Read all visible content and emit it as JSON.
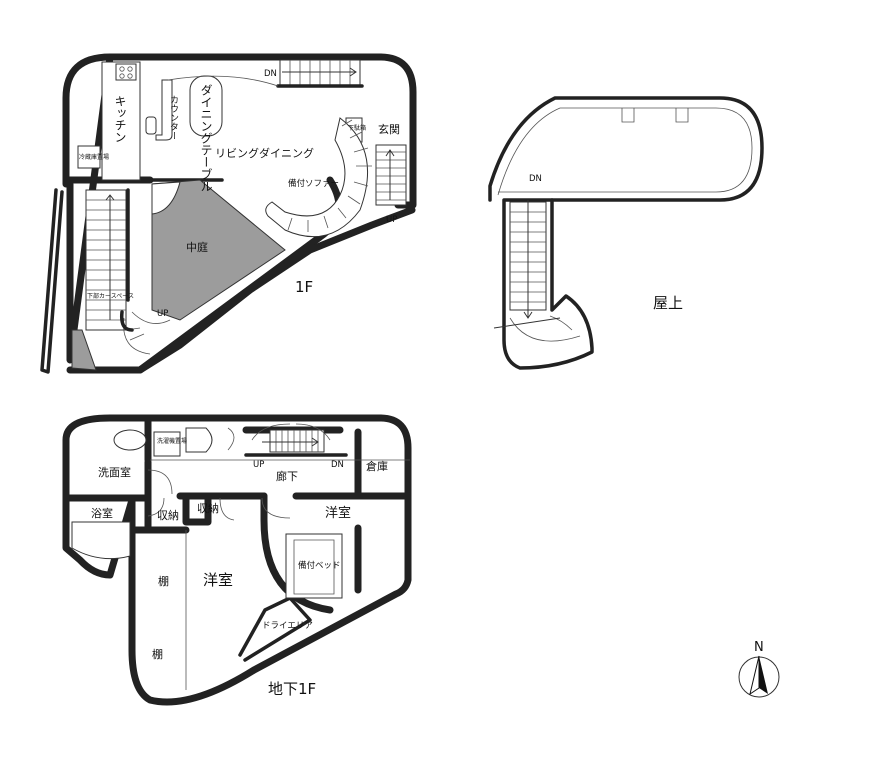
{
  "floors": {
    "first": {
      "floor_label": "1F",
      "rooms": {
        "kitchen": "キッチン",
        "counter": "カウンター",
        "dining_table": "ダイニングテーブル",
        "living_dining": "リビングダイニング",
        "entrance": "玄関",
        "shoe_box": "下駄箱",
        "fridge": "冷蔵庫置場",
        "sofa": "備付ソファー",
        "courtyard": "中庭",
        "under_carport": "下部カースペース"
      },
      "stair_marks": {
        "dn": "DN",
        "up_entrance": "UP",
        "up_court": "UP"
      }
    },
    "rooftop": {
      "floor_label": "屋上",
      "stair_marks": {
        "dn": "DN"
      }
    },
    "basement": {
      "floor_label": "地下1F",
      "rooms": {
        "washroom": "洗面室",
        "bathroom": "浴室",
        "storage_a": "収納",
        "storage_b": "収納",
        "washer": "洗濯機置場",
        "western_room_main": "洋室",
        "western_room_east": "洋室",
        "shelf_a": "棚",
        "shelf_b": "棚",
        "bed": "備付ベッド",
        "dry_area": "ドライエリア",
        "hallway": "廊下",
        "warehouse": "倉庫"
      },
      "stair_marks": {
        "up": "UP",
        "dn": "DN"
      }
    }
  },
  "compass": {
    "north": "N"
  }
}
